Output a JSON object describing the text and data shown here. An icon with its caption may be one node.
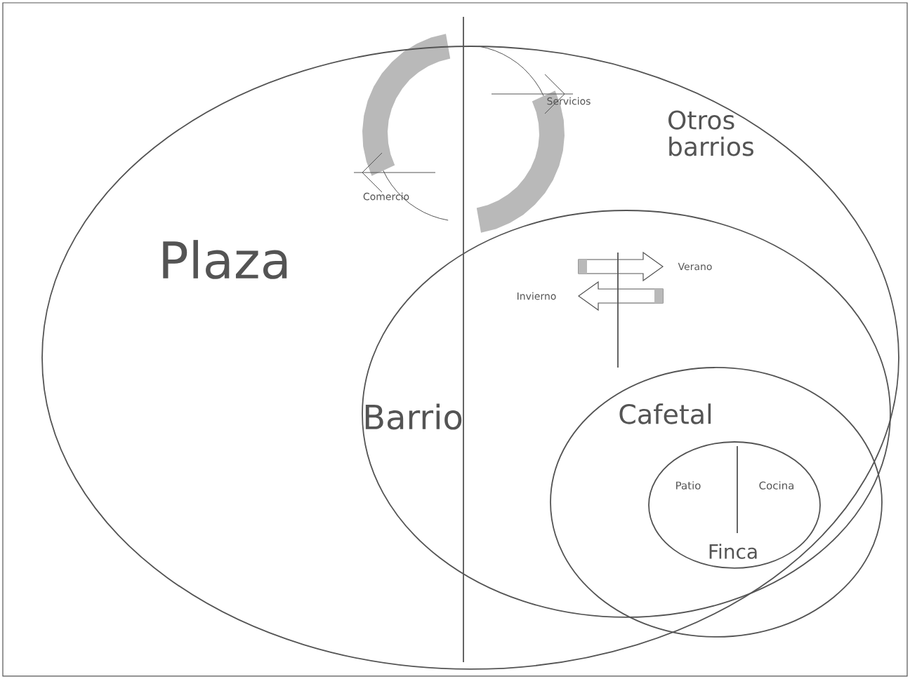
{
  "diagram": {
    "nodes": [
      {
        "text": [
          "Plaza",
          "Otros barrios"
        ]
      },
      {
        "text": [
          "Barrio"
        ],
        "in": 0
      },
      {
        "text": [
          "Cafetal"
        ],
        "in": 1
      },
      {
        "text": [
          "Finca"
        ],
        "in": 2
      }
    ],
    "labels": [
      "Servicios",
      "Comercio",
      "Verano",
      "Invierno",
      "Patio",
      "Cocina"
    ]
  }
}
